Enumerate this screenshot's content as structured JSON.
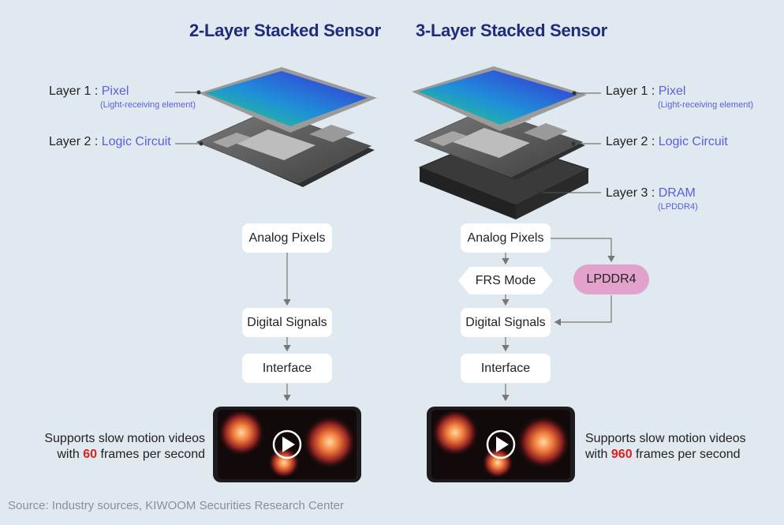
{
  "left": {
    "title": "2-Layer Stacked Sensor",
    "layer1_prefix": "Layer 1 :",
    "layer1_name": "Pixel",
    "layer1_sub": "(Light-receiving element)",
    "layer2_prefix": "Layer 2 :",
    "layer2_name": "Logic Circuit",
    "flow": [
      "Analog Pixels",
      "Digital Signals",
      "Interface"
    ],
    "caption_line1": "Supports slow motion videos",
    "caption_pre": "with ",
    "caption_num": "60",
    "caption_post": " frames per second"
  },
  "right": {
    "title": "3-Layer Stacked Sensor",
    "layer1_prefix": "Layer 1 :",
    "layer1_name": "Pixel",
    "layer1_sub": "(Light-receiving element)",
    "layer2_prefix": "Layer 2 :",
    "layer2_name": "Logic Circuit",
    "layer3_prefix": "Layer 3 :",
    "layer3_name": "DRAM",
    "layer3_sub": "(LPDDR4)",
    "flow": [
      "Analog Pixels",
      "FRS Mode",
      "Digital Signals",
      "Interface"
    ],
    "memory": "LPDDR4",
    "caption_line1": "Supports slow motion videos",
    "caption_pre": "with ",
    "caption_num": "960",
    "caption_post": " frames per second"
  },
  "source": "Source: Industry sources, KIWOOM Securities Research Center",
  "colors": {
    "title": "#1e2c7a",
    "highlight": "#5a5fd8",
    "number": "#e0201c",
    "memory_pill": "#e2a2cc",
    "background": "#dfe9ef"
  },
  "icons": [
    "play-icon",
    "sensor-chip-illustration",
    "smartphone-fireworks-image"
  ]
}
